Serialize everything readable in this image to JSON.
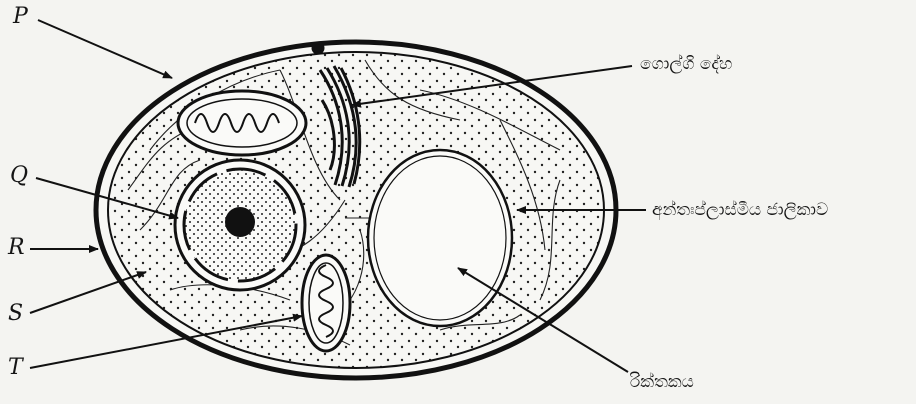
{
  "labels": {
    "p": "P",
    "q": "Q",
    "r": "R",
    "s": "S",
    "t": "T",
    "golgi": "ගොල්ගි දේහ",
    "er": "අන්තඃප්ලාස්මීය ජාලිකාව",
    "vacuole": "රික්තකය"
  }
}
